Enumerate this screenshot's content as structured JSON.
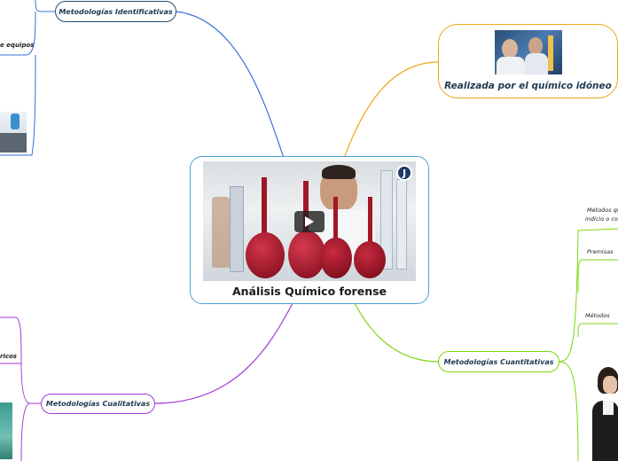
{
  "central": {
    "title": "Análisis Químico forense"
  },
  "branches": {
    "identificativas": {
      "label": "Metodologías Identificativas"
    },
    "quimico": {
      "label": "Realizada por el químico idóneo"
    },
    "cualitativas": {
      "label": "Metodologías Cualitativas"
    },
    "cuantitativas": {
      "label": "Metodologías Cuantitativas"
    }
  },
  "subtopics": {
    "equipos": "e equipos",
    "ricos": "ricos",
    "metodos_q_line1": "Métodos qu",
    "metodos_q_line2": "indicio o co",
    "premisas": "Premisas",
    "metodos": "Métodos"
  },
  "colors": {
    "identificativas": "#3b6fd9",
    "quimico": "#f2a516",
    "cualitativas": "#a63ad9",
    "cuantitativas": "#7fd60f",
    "central": "#4aa3d6"
  },
  "icons": {
    "video_logo": "t-logo-icon",
    "play": "play-icon"
  }
}
